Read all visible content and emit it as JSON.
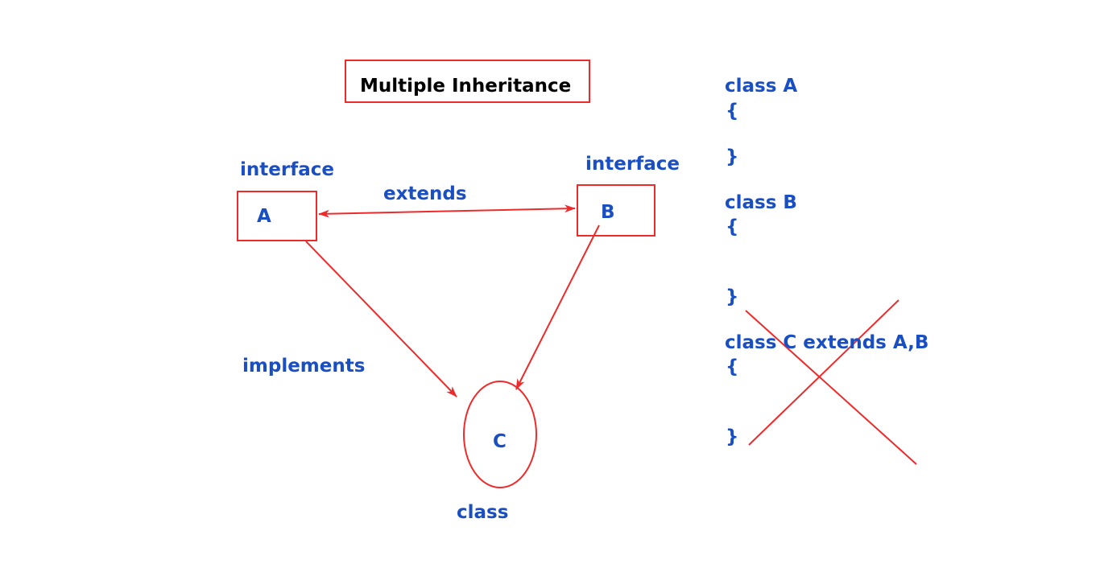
{
  "colors": {
    "text": "#1a4fc4",
    "line": "#ee2b2b",
    "background": "#ffffff"
  },
  "title": "Multiple Inheritance",
  "diagram": {
    "node_a": {
      "label": "A",
      "caption": "interface"
    },
    "node_b": {
      "label": "B",
      "caption": "interface"
    },
    "node_c": {
      "label": "C",
      "caption": "class"
    },
    "edge_ab_label": "extends",
    "edge_ac_label": "implements"
  },
  "code": {
    "class_a": {
      "decl": "class A",
      "open": "{",
      "close": "}"
    },
    "class_b": {
      "decl": "class B",
      "open": "{",
      "close": "}"
    },
    "class_c": {
      "decl": "class C extends A,B",
      "open": "{",
      "close": "}"
    }
  }
}
